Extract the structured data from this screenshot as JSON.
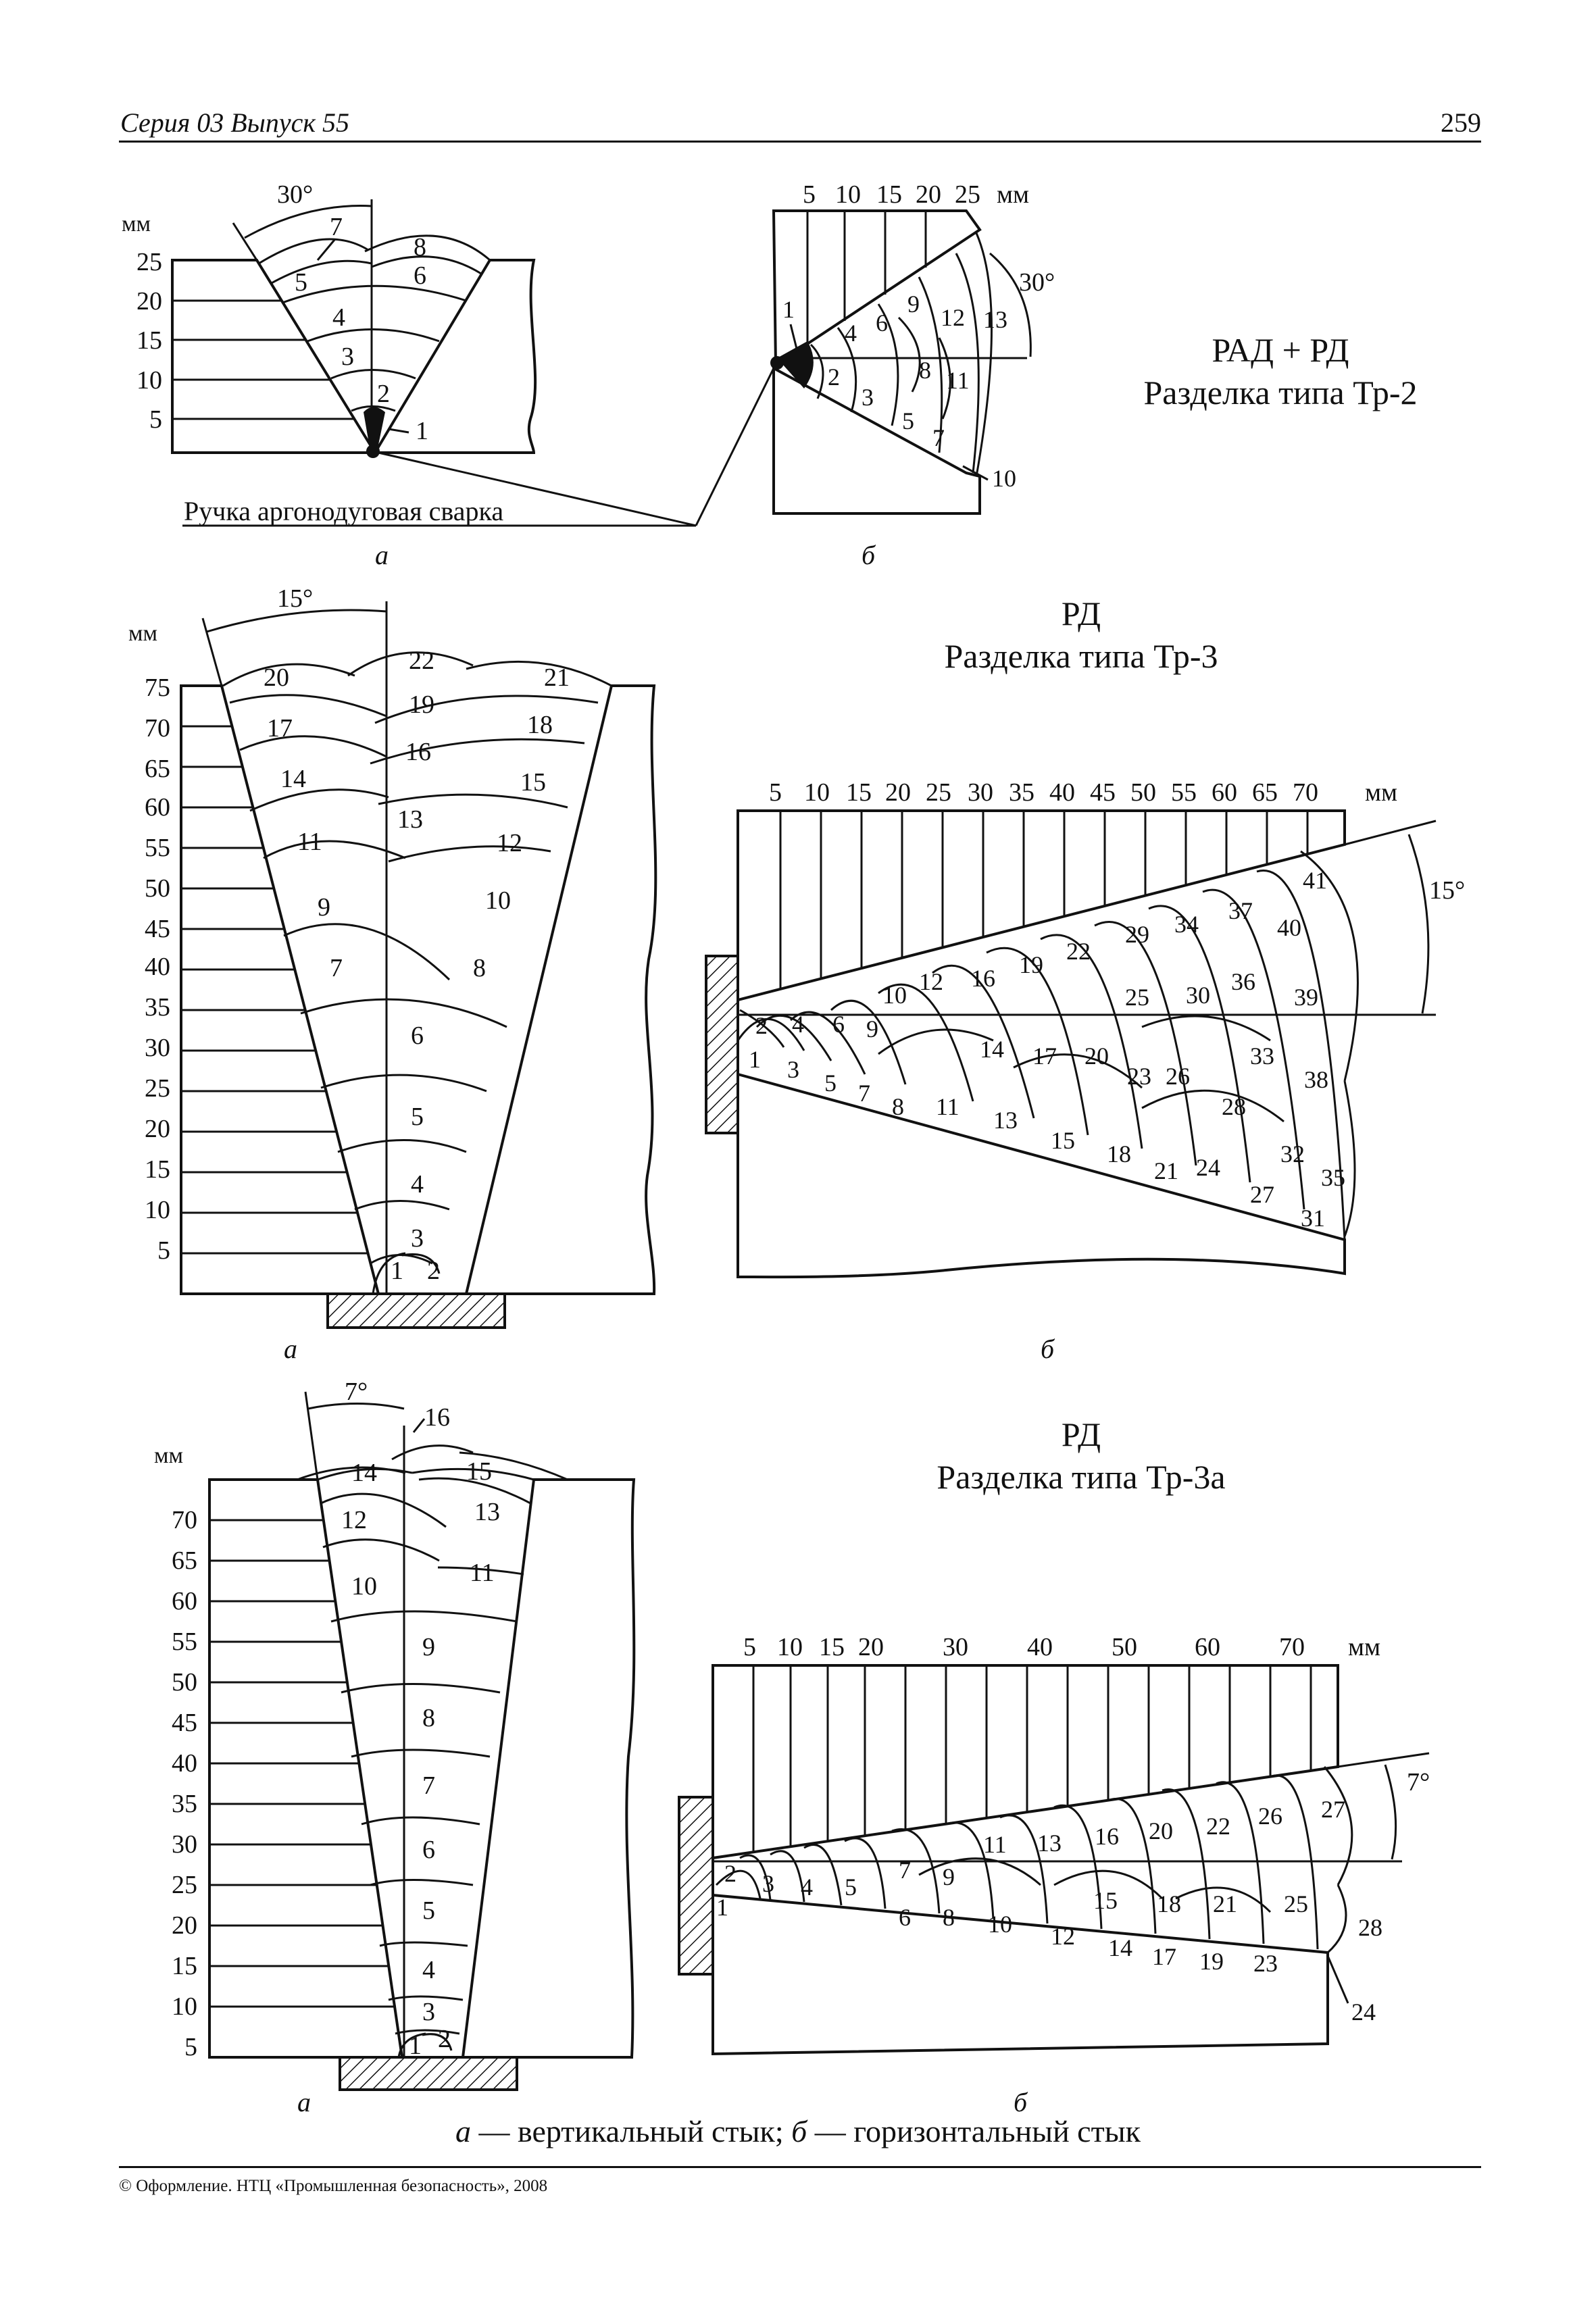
{
  "header": {
    "series": "Серия 03 Выпуск 55",
    "page_number": "259"
  },
  "unit_mm": "мм",
  "fig1": {
    "title": "РАД + РД",
    "subtitle": "Разделка типа Тр-2",
    "angle": "30°",
    "left_scale": [
      "25",
      "20",
      "15",
      "10",
      "5"
    ],
    "top_scale": [
      "5",
      "10",
      "15",
      "20",
      "25"
    ],
    "callout": "Ручка аргонодуговая сварка",
    "label_a": "а",
    "label_b": "б",
    "beads_a": [
      "8",
      "7",
      "6",
      "5",
      "4",
      "3",
      "2",
      "1"
    ],
    "beads_b": [
      "1",
      "4",
      "6",
      "9",
      "12",
      "13",
      "2",
      "3",
      "5",
      "7",
      "8",
      "11",
      "10"
    ]
  },
  "fig2": {
    "title": "РД",
    "subtitle": "Разделка типа Тр-3",
    "angle": "15°",
    "left_scale": [
      "75",
      "70",
      "65",
      "60",
      "55",
      "50",
      "45",
      "40",
      "35",
      "30",
      "25",
      "20",
      "15",
      "10",
      "5"
    ],
    "top_scale": [
      "5",
      "10",
      "15",
      "20",
      "25",
      "30",
      "35",
      "40",
      "45",
      "50",
      "55",
      "60",
      "65",
      "70"
    ],
    "label_a": "а",
    "label_b": "б",
    "beads_a": [
      "22",
      "20",
      "21",
      "19",
      "17",
      "18",
      "16",
      "14",
      "15",
      "13",
      "11",
      "12",
      "9",
      "10",
      "7",
      "8",
      "6",
      "5",
      "4",
      "3",
      "1",
      "2"
    ],
    "beads_b": [
      "41",
      "37",
      "40",
      "34",
      "29",
      "22",
      "19",
      "16",
      "12",
      "10",
      "36",
      "30",
      "25",
      "39",
      "2",
      "4",
      "6",
      "9",
      "14",
      "17",
      "20",
      "23",
      "26",
      "33",
      "38",
      "1",
      "3",
      "5",
      "7",
      "8",
      "11",
      "13",
      "15",
      "18",
      "21",
      "24",
      "28",
      "27",
      "32",
      "35",
      "31"
    ]
  },
  "fig3": {
    "title": "РД",
    "subtitle": "Разделка типа Тр-3а",
    "angle": "7°",
    "left_scale": [
      "70",
      "65",
      "60",
      "55",
      "50",
      "45",
      "40",
      "35",
      "30",
      "25",
      "20",
      "15",
      "10",
      "5"
    ],
    "top_scale": [
      "5",
      "10",
      "15",
      "20",
      "30",
      "40",
      "50",
      "60",
      "70"
    ],
    "label_a": "а",
    "label_b": "б",
    "beads_a": [
      "16",
      "14",
      "15",
      "12",
      "13",
      "10",
      "11",
      "9",
      "8",
      "7",
      "6",
      "5",
      "4",
      "3",
      "1",
      "2"
    ],
    "beads_b": [
      "27",
      "26",
      "22",
      "20",
      "16",
      "13",
      "11",
      "9",
      "7",
      "2",
      "3",
      "4",
      "5",
      "1",
      "6",
      "8",
      "10",
      "12",
      "14",
      "15",
      "18",
      "17",
      "19",
      "21",
      "23",
      "25",
      "28",
      "24"
    ]
  },
  "caption": {
    "a_letter": "а",
    "a_text": " — вертикальный стык; ",
    "b_letter": "б",
    "b_text": " — горизонтальный стык"
  },
  "footer": {
    "copyright": "© Оформление. НТЦ «Промышленная безопасность», 2008"
  }
}
